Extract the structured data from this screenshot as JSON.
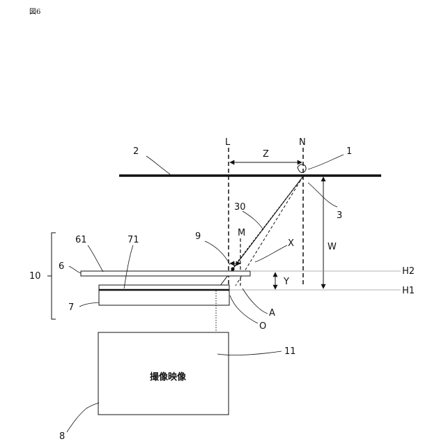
{
  "figure_label": "図6",
  "labels": {
    "n1": "1",
    "n2": "2",
    "n3": "3",
    "n30": "30",
    "n9": "9",
    "n10": "10",
    "n6": "6",
    "n61": "61",
    "n71": "71",
    "n7": "7",
    "n8": "8",
    "n11": "11",
    "L": "L",
    "N": "N",
    "Z": "Z",
    "M": "M",
    "X": "X",
    "W": "W",
    "Y": "Y",
    "H1": "H1",
    "H2": "H2",
    "A": "A",
    "O": "O"
  },
  "image_box_text": "撮像映像"
}
